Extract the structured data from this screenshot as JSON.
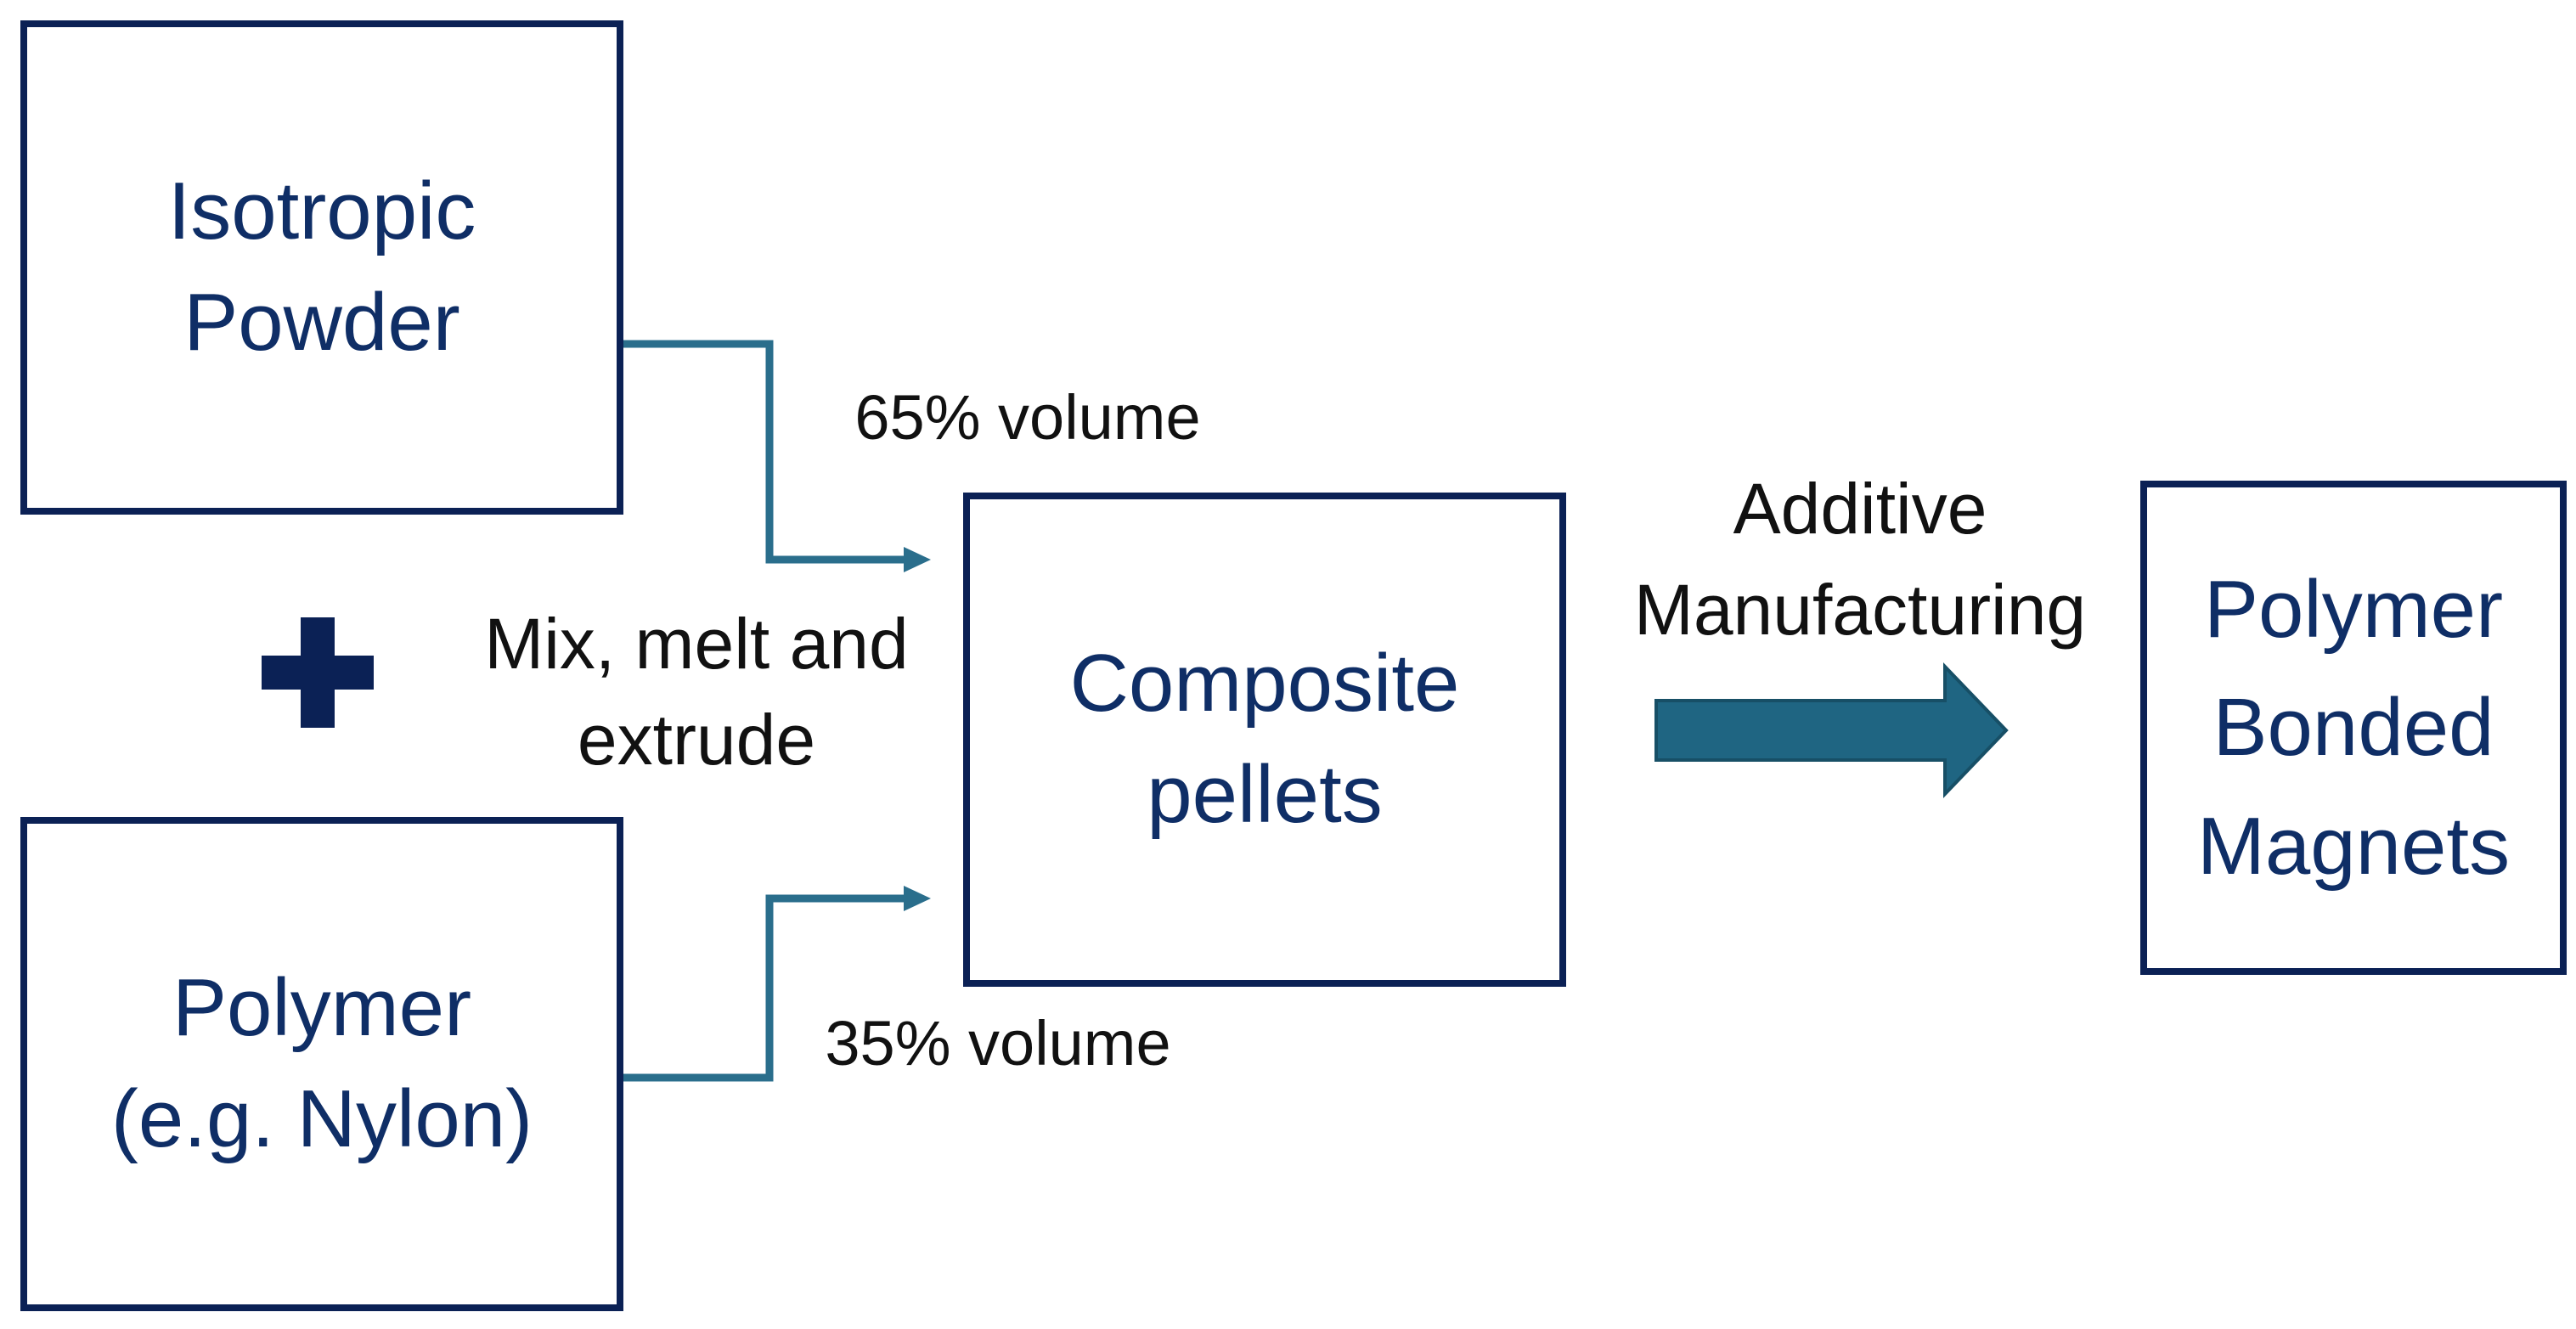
{
  "boxes": {
    "powder": "Isotropic\nPowder",
    "polymer": "Polymer\n(e.g. Nylon)",
    "pellets": "Composite\npellets",
    "magnets": "Polymer\nBonded\nMagnets"
  },
  "labels": {
    "powder_fraction": "65% volume",
    "polymer_fraction": "35% volume",
    "process": "Mix, melt and\nextrude",
    "additive": "Additive\nManufacturing"
  },
  "colors": {
    "box_border": "#0b2155",
    "box_text": "#0f2e66",
    "connector": "#2a6e8c",
    "big_arrow": "#1f6582",
    "plus": "#0b2155"
  },
  "icons": {
    "plus": "plus-icon",
    "process_arrow": "right-arrow-icon"
  }
}
